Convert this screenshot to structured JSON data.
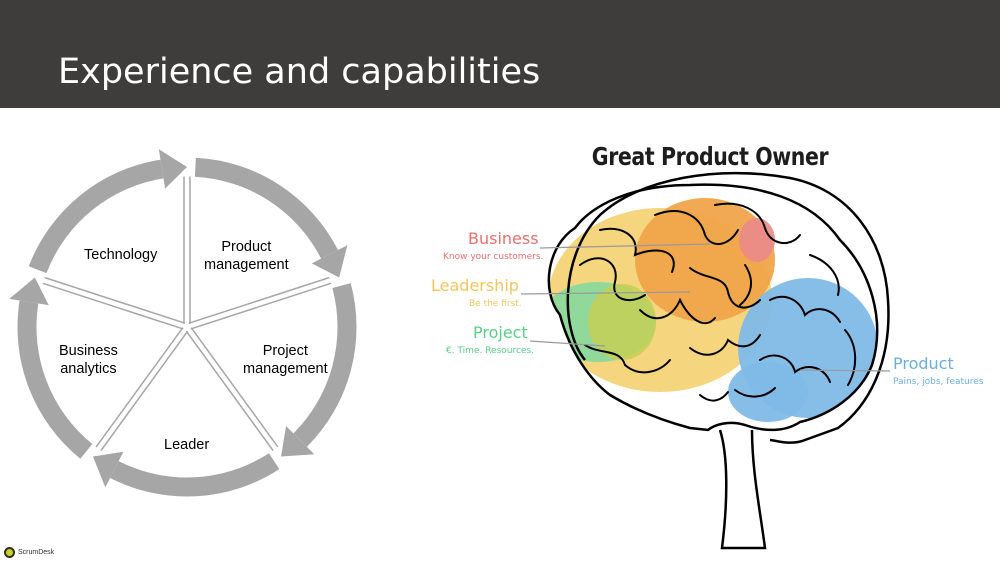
{
  "slide": {
    "title": "Experience and capabilities"
  },
  "cycle": {
    "segments": [
      {
        "label": "Technology"
      },
      {
        "label": "Product\nmanagement"
      },
      {
        "label": "Project\nmanagement"
      },
      {
        "label": "Leader"
      },
      {
        "label": "Business\nanalytics"
      }
    ]
  },
  "brain": {
    "title": "Great Product Owner",
    "areas": [
      {
        "name": "Business",
        "desc": "Know your customers.",
        "color": "#e8706d"
      },
      {
        "name": "Leadership",
        "desc": "Be the first.",
        "color": "#f2c65f"
      },
      {
        "name": "Project",
        "desc": "€. Time. Resources.",
        "color": "#59cf86"
      },
      {
        "name": "Product",
        "desc": "Pains, jobs, features",
        "color": "#6baee0"
      }
    ]
  },
  "footer": {
    "logo_text": "ScrumDesk"
  },
  "colors": {
    "header_bg": "#3f3d3b",
    "arrow": "#a6a6a6"
  }
}
